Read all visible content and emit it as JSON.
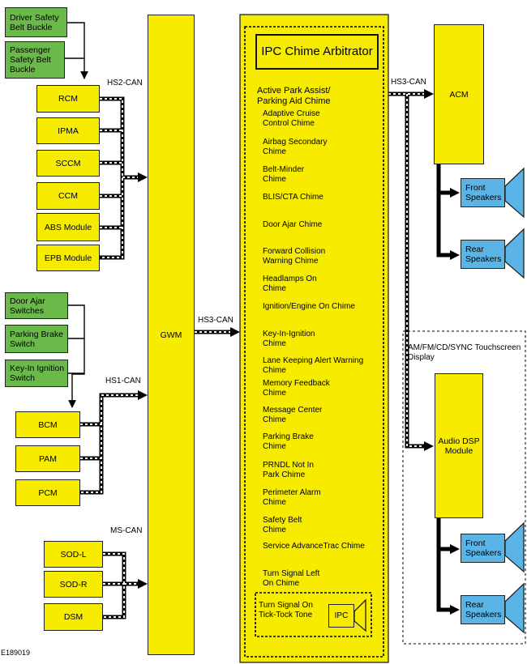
{
  "figure_id": "E189019",
  "gwm": {
    "label": "GWM"
  },
  "ipc_arbitrator": {
    "title": "IPC Chime Arbitrator",
    "chimes": [
      "Active Park Assist/ Parking Aid Chime",
      "Adaptive Cruise Control Chime",
      "Airbag Secondary Chime",
      "Belt-Minder Chime",
      "BLIS/CTA Chime",
      "Door Ajar Chime",
      "Forward Collision Warning Chime",
      "Headlamps On Chime",
      "Ignition/Engine On Chime",
      "Key-In-Ignition Chime",
      "Lane Keeping Alert Warning Chime",
      "Memory Feedback Chime",
      "Message Center Chime",
      "Parking Brake Chime",
      "PRNDL Not In Park Chime",
      "Perimeter Alarm Chime",
      "Safety Belt Chime",
      "Service AdvanceTrac Chime",
      "Turn Signal Left On Chime"
    ],
    "turn_signal": "Turn Signal On Tick-Tock Tone",
    "ipc_speaker": "IPC"
  },
  "inputs_top": [
    "Driver Safety Belt Buckle",
    "Passenger Safety Belt Buckle"
  ],
  "hs2_modules": [
    "RCM",
    "IPMA",
    "SCCM",
    "CCM",
    "ABS Module",
    "EPB Module"
  ],
  "inputs_mid": [
    "Door Ajar Switches",
    "Parking Brake Switch",
    "Key-In Ignition Switch"
  ],
  "hs1_modules": [
    "BCM",
    "PAM",
    "PCM"
  ],
  "ms_modules": [
    "SOD-L",
    "SOD-R",
    "DSM"
  ],
  "bus_labels": {
    "hs2": "HS2-CAN",
    "hs1": "HS1-CAN",
    "ms": "MS-CAN",
    "hs3_mid": "HS3-CAN",
    "hs3_right": "HS3-CAN"
  },
  "acm": {
    "label": "ACM",
    "speakers": [
      "Front Speakers",
      "Rear Speakers"
    ]
  },
  "audio": {
    "group_label": "AM/FM/CD/SYNC Touchscreen Display",
    "label": "Audio DSP Module",
    "speakers": [
      "Front Speakers",
      "Rear Speakers"
    ]
  },
  "colors": {
    "module": "#f7ec00",
    "input": "#6ab94a",
    "speaker": "#5bb4e6"
  }
}
